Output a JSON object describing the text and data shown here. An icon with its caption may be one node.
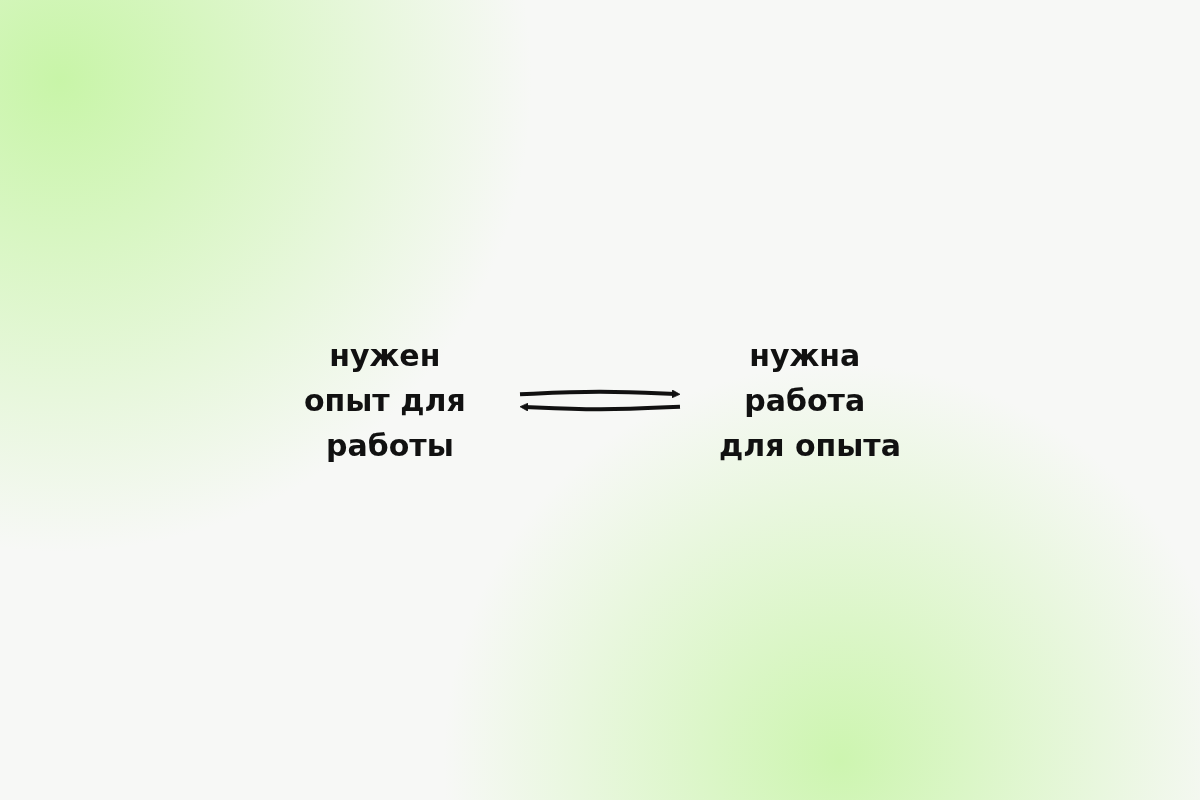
{
  "diagram": {
    "nodes": [
      {
        "text": [
          "нужен опыт для работы"
        ]
      },
      {
        "text": [
          "нужна работа для опыта"
        ]
      }
    ],
    "edges": [
      {
        "from": 0,
        "to": 1,
        "arrow": "to"
      },
      {
        "from": 1,
        "to": 0,
        "arrow": "to"
      }
    ]
  }
}
